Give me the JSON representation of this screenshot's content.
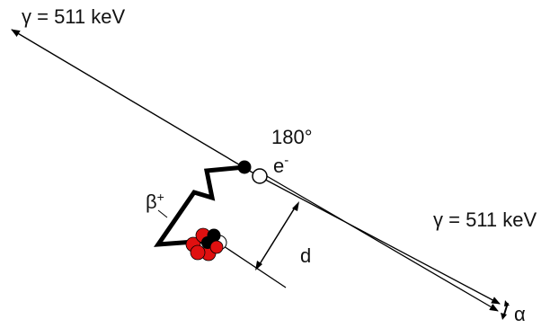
{
  "labels": {
    "gamma_top": "γ = 511 keV",
    "gamma_right": "γ = 511 keV",
    "angle": "180°",
    "electron": "e",
    "electron_sup": "-",
    "beta": "β",
    "beta_sup": "+",
    "distance": "d",
    "alpha": "α"
  },
  "colors": {
    "line": "#000000",
    "nucleus_red": "#e01010",
    "nucleus_black": "#000000",
    "background": "#ffffff"
  }
}
